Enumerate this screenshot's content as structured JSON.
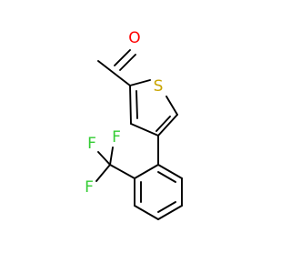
{
  "molecule": {
    "atoms": {
      "oxygen": {
        "label": "O",
        "color": "#ff0000"
      },
      "sulfur": {
        "label": "S",
        "color": "#c8a400"
      },
      "fluorine_top_left": {
        "label": "F",
        "color": "#33cc33"
      },
      "fluorine_top_right": {
        "label": "F",
        "color": "#33cc33"
      },
      "fluorine_bottom": {
        "label": "F",
        "color": "#33cc33"
      }
    }
  }
}
